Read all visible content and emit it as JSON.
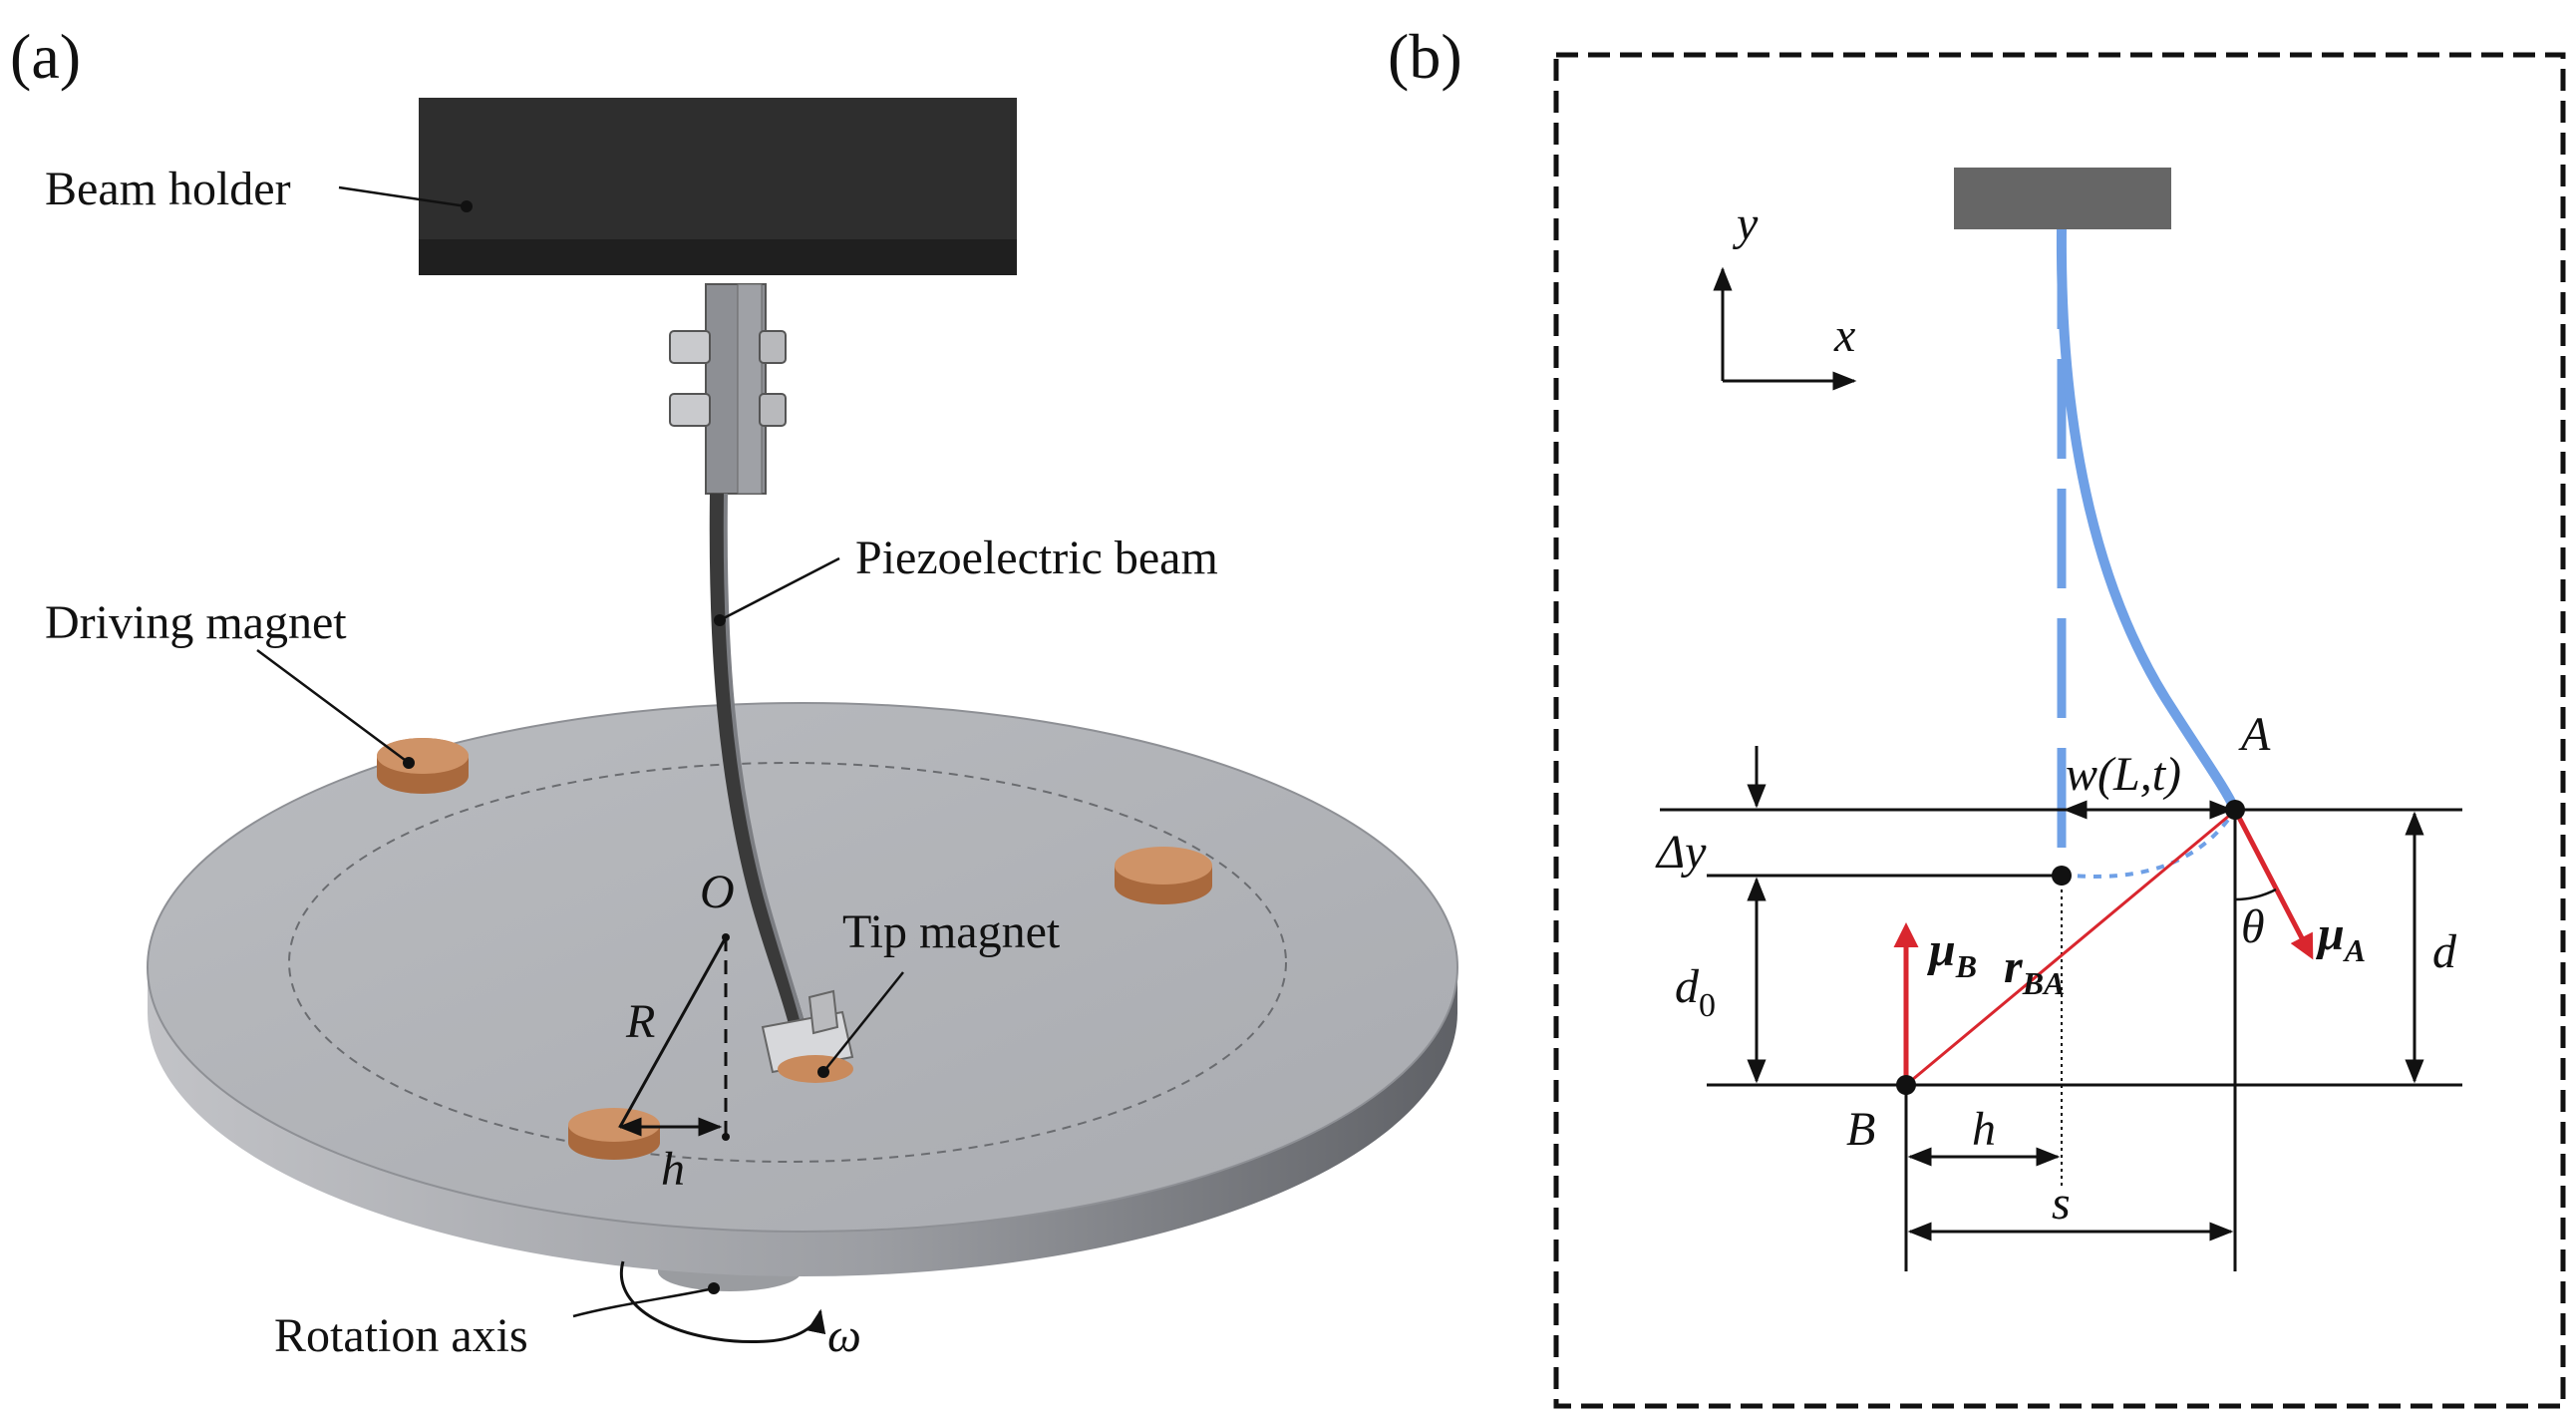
{
  "panel_a": {
    "label": "(a)",
    "beam_holder": "Beam holder",
    "piezoelectric_beam": "Piezoelectric beam",
    "driving_magnet": "Driving magnet",
    "tip_magnet": "Tip magnet",
    "rotation_axis": "Rotation axis",
    "omega": "ω",
    "O": "O",
    "R": "R",
    "h": "h"
  },
  "panel_b": {
    "label": "(b)",
    "axis_y": "y",
    "axis_x": "x",
    "A": "A",
    "B": "B",
    "w": "w(L,t)",
    "delta_y": "Δy",
    "d0_main": "d",
    "d0_sub": "0",
    "d": "d",
    "theta": "θ",
    "mu_b_main": "μ",
    "mu_b_sub": "B",
    "mu_a_main": "μ",
    "mu_a_sub": "A",
    "r_main": "r",
    "r_sub": "BA",
    "h": "h",
    "s": "s"
  },
  "colors": {
    "beam_blue": "#6fa0e6",
    "vector_red": "#d9262e",
    "magnet_copper": "#c98a5c",
    "disk_gray": "#b4b6bb",
    "holder_dark": "#2e2e2e"
  }
}
